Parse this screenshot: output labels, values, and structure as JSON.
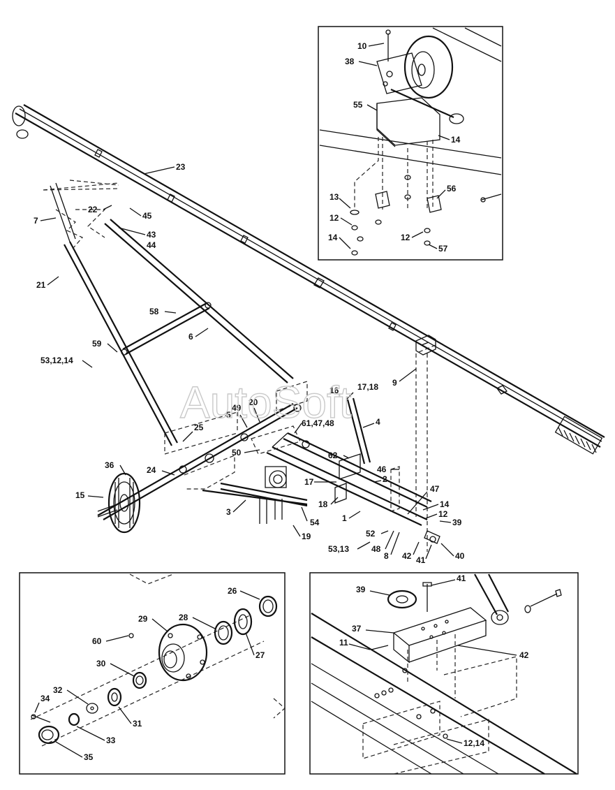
{
  "watermark": "AutoSoft",
  "main": {
    "labels": [
      {
        "id": "23",
        "text": "23"
      },
      {
        "id": "22",
        "text": "22"
      },
      {
        "id": "45",
        "text": "45"
      },
      {
        "id": "7",
        "text": "7"
      },
      {
        "id": "43",
        "text": "43"
      },
      {
        "id": "44",
        "text": "44"
      },
      {
        "id": "21",
        "text": "21"
      },
      {
        "id": "58",
        "text": "58"
      },
      {
        "id": "6",
        "text": "6"
      },
      {
        "id": "59",
        "text": "59"
      },
      {
        "id": "53-12-14",
        "text": "53,12,14"
      },
      {
        "id": "9",
        "text": "9"
      },
      {
        "id": "16",
        "text": "16"
      },
      {
        "id": "17-18a",
        "text": "17,18"
      },
      {
        "id": "49",
        "text": "49"
      },
      {
        "id": "20",
        "text": "20"
      },
      {
        "id": "5",
        "text": "5"
      },
      {
        "id": "61-47-48",
        "text": "61,47,48"
      },
      {
        "id": "4",
        "text": "4"
      },
      {
        "id": "25",
        "text": "25"
      },
      {
        "id": "50",
        "text": "50"
      },
      {
        "id": "62",
        "text": "62"
      },
      {
        "id": "46",
        "text": "46"
      },
      {
        "id": "36",
        "text": "36"
      },
      {
        "id": "24",
        "text": "24"
      },
      {
        "id": "17",
        "text": "17"
      },
      {
        "id": "2",
        "text": "2"
      },
      {
        "id": "47",
        "text": "47"
      },
      {
        "id": "15",
        "text": "15"
      },
      {
        "id": "18",
        "text": "18"
      },
      {
        "id": "14",
        "text": "14"
      },
      {
        "id": "3",
        "text": "3"
      },
      {
        "id": "1",
        "text": "1"
      },
      {
        "id": "12",
        "text": "12"
      },
      {
        "id": "39",
        "text": "39"
      },
      {
        "id": "54",
        "text": "54"
      },
      {
        "id": "52",
        "text": "52"
      },
      {
        "id": "19",
        "text": "19"
      },
      {
        "id": "53-13",
        "text": "53,13"
      },
      {
        "id": "48",
        "text": "48"
      },
      {
        "id": "8",
        "text": "8"
      },
      {
        "id": "42",
        "text": "42"
      },
      {
        "id": "41",
        "text": "41"
      },
      {
        "id": "40",
        "text": "40"
      }
    ]
  },
  "inset_winch": {
    "labels": [
      {
        "id": "10",
        "text": "10"
      },
      {
        "id": "38",
        "text": "38"
      },
      {
        "id": "55",
        "text": "55"
      },
      {
        "id": "14a",
        "text": "14"
      },
      {
        "id": "13",
        "text": "13"
      },
      {
        "id": "56",
        "text": "56"
      },
      {
        "id": "12a",
        "text": "12"
      },
      {
        "id": "12b",
        "text": "12"
      },
      {
        "id": "14b",
        "text": "14"
      },
      {
        "id": "57",
        "text": "57"
      }
    ]
  },
  "inset_hub": {
    "labels": [
      {
        "id": "26",
        "text": "26"
      },
      {
        "id": "29",
        "text": "29"
      },
      {
        "id": "28",
        "text": "28"
      },
      {
        "id": "60",
        "text": "60"
      },
      {
        "id": "27",
        "text": "27"
      },
      {
        "id": "30",
        "text": "30"
      },
      {
        "id": "32",
        "text": "32"
      },
      {
        "id": "34",
        "text": "34"
      },
      {
        "id": "31",
        "text": "31"
      },
      {
        "id": "33",
        "text": "33"
      },
      {
        "id": "35",
        "text": "35"
      }
    ]
  },
  "inset_bracket": {
    "labels": [
      {
        "id": "41",
        "text": "41"
      },
      {
        "id": "39",
        "text": "39"
      },
      {
        "id": "37",
        "text": "37"
      },
      {
        "id": "11",
        "text": "11"
      },
      {
        "id": "42",
        "text": "42"
      },
      {
        "id": "12-14",
        "text": "12,14"
      }
    ]
  }
}
